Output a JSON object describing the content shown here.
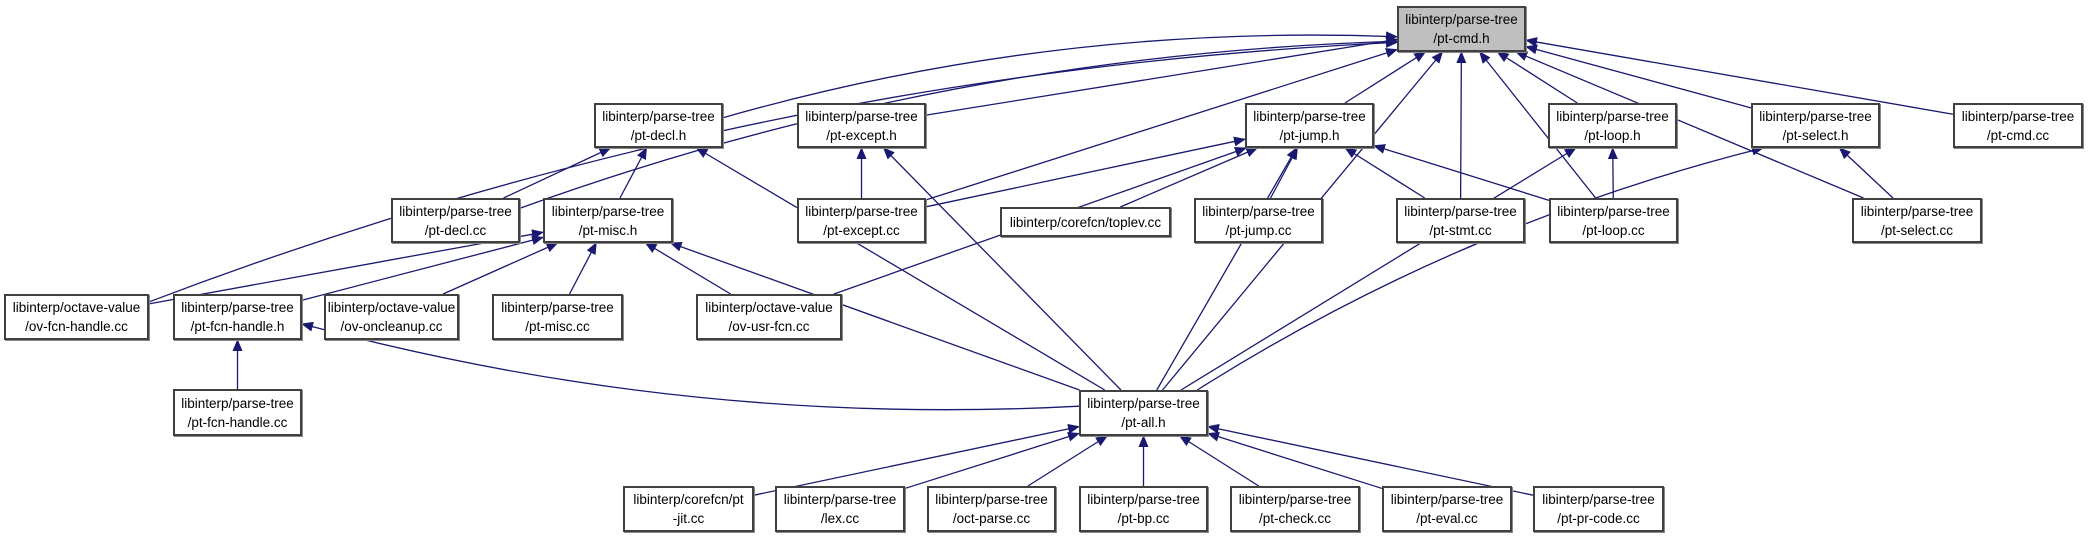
{
  "diagram": {
    "type": "include-dependency-graph",
    "edge_color": "#191970",
    "focus_fill": "#bfbfbf",
    "nodes": [
      {
        "id": "pt-cmd-h",
        "lines": [
          "libinterp/parse-tree",
          "/pt-cmd.h"
        ],
        "focus": true
      },
      {
        "id": "pt-decl-h",
        "lines": [
          "libinterp/parse-tree",
          "/pt-decl.h"
        ]
      },
      {
        "id": "pt-except-h",
        "lines": [
          "libinterp/parse-tree",
          "/pt-except.h"
        ]
      },
      {
        "id": "pt-jump-h",
        "lines": [
          "libinterp/parse-tree",
          "/pt-jump.h"
        ]
      },
      {
        "id": "pt-loop-h",
        "lines": [
          "libinterp/parse-tree",
          "/pt-loop.h"
        ]
      },
      {
        "id": "pt-select-h",
        "lines": [
          "libinterp/parse-tree",
          "/pt-select.h"
        ]
      },
      {
        "id": "pt-cmd-cc",
        "lines": [
          "libinterp/parse-tree",
          "/pt-cmd.cc"
        ]
      },
      {
        "id": "pt-decl-cc",
        "lines": [
          "libinterp/parse-tree",
          "/pt-decl.cc"
        ]
      },
      {
        "id": "pt-misc-h",
        "lines": [
          "libinterp/parse-tree",
          "/pt-misc.h"
        ]
      },
      {
        "id": "pt-except-cc",
        "lines": [
          "libinterp/parse-tree",
          "/pt-except.cc"
        ]
      },
      {
        "id": "toplev-cc",
        "lines": [
          "libinterp/corefcn/toplev.cc"
        ]
      },
      {
        "id": "pt-jump-cc",
        "lines": [
          "libinterp/parse-tree",
          "/pt-jump.cc"
        ]
      },
      {
        "id": "pt-stmt-cc",
        "lines": [
          "libinterp/parse-tree",
          "/pt-stmt.cc"
        ]
      },
      {
        "id": "pt-loop-cc",
        "lines": [
          "libinterp/parse-tree",
          "/pt-loop.cc"
        ]
      },
      {
        "id": "pt-select-cc",
        "lines": [
          "libinterp/parse-tree",
          "/pt-select.cc"
        ]
      },
      {
        "id": "ov-fcn-handle-cc",
        "lines": [
          "libinterp/octave-value",
          "/ov-fcn-handle.cc"
        ]
      },
      {
        "id": "pt-fcn-handle-h",
        "lines": [
          "libinterp/parse-tree",
          "/pt-fcn-handle.h"
        ]
      },
      {
        "id": "ov-oncleanup-cc",
        "lines": [
          "libinterp/octave-value",
          "/ov-oncleanup.cc"
        ]
      },
      {
        "id": "pt-misc-cc",
        "lines": [
          "libinterp/parse-tree",
          "/pt-misc.cc"
        ]
      },
      {
        "id": "ov-usr-fcn-cc",
        "lines": [
          "libinterp/octave-value",
          "/ov-usr-fcn.cc"
        ]
      },
      {
        "id": "pt-fcn-handle-cc",
        "lines": [
          "libinterp/parse-tree",
          "/pt-fcn-handle.cc"
        ]
      },
      {
        "id": "pt-all-h",
        "lines": [
          "libinterp/parse-tree",
          "/pt-all.h"
        ]
      },
      {
        "id": "pt-jit-cc",
        "lines": [
          "libinterp/corefcn/pt",
          "-jit.cc"
        ]
      },
      {
        "id": "lex-cc",
        "lines": [
          "libinterp/parse-tree",
          "/lex.cc"
        ]
      },
      {
        "id": "oct-parse-cc",
        "lines": [
          "libinterp/parse-tree",
          "/oct-parse.cc"
        ]
      },
      {
        "id": "pt-bp-cc",
        "lines": [
          "libinterp/parse-tree",
          "/pt-bp.cc"
        ]
      },
      {
        "id": "pt-check-cc",
        "lines": [
          "libinterp/parse-tree",
          "/pt-check.cc"
        ]
      },
      {
        "id": "pt-eval-cc",
        "lines": [
          "libinterp/parse-tree",
          "/pt-eval.cc"
        ]
      },
      {
        "id": "pt-pr-code-cc",
        "lines": [
          "libinterp/parse-tree",
          "/pt-pr-code.cc"
        ]
      }
    ],
    "edges": [
      {
        "from": "ov-fcn-handle-cc",
        "to": "pt-cmd-h"
      },
      {
        "from": "pt-decl-cc",
        "to": "pt-cmd-h"
      },
      {
        "from": "pt-decl-h",
        "to": "pt-cmd-h"
      },
      {
        "from": "pt-except-h",
        "to": "pt-cmd-h"
      },
      {
        "from": "pt-except-cc",
        "to": "pt-cmd-h"
      },
      {
        "from": "pt-jump-h",
        "to": "pt-cmd-h"
      },
      {
        "from": "pt-stmt-cc",
        "to": "pt-cmd-h"
      },
      {
        "from": "pt-loop-cc",
        "to": "pt-cmd-h"
      },
      {
        "from": "pt-loop-h",
        "to": "pt-cmd-h"
      },
      {
        "from": "pt-all-h",
        "to": "pt-cmd-h"
      },
      {
        "from": "pt-select-h",
        "to": "pt-cmd-h"
      },
      {
        "from": "pt-select-cc",
        "to": "pt-cmd-h"
      },
      {
        "from": "pt-cmd-cc",
        "to": "pt-cmd-h"
      },
      {
        "from": "pt-decl-cc",
        "to": "pt-decl-h"
      },
      {
        "from": "pt-misc-h",
        "to": "pt-decl-h"
      },
      {
        "from": "pt-all-h",
        "to": "pt-decl-h"
      },
      {
        "from": "pt-except-cc",
        "to": "pt-except-h"
      },
      {
        "from": "pt-all-h",
        "to": "pt-except-h"
      },
      {
        "from": "pt-except-cc",
        "to": "pt-jump-h"
      },
      {
        "from": "ov-usr-fcn-cc",
        "to": "pt-jump-h"
      },
      {
        "from": "toplev-cc",
        "to": "pt-jump-h"
      },
      {
        "from": "pt-jump-cc",
        "to": "pt-jump-h"
      },
      {
        "from": "pt-all-h",
        "to": "pt-jump-h"
      },
      {
        "from": "pt-stmt-cc",
        "to": "pt-jump-h"
      },
      {
        "from": "pt-loop-cc",
        "to": "pt-jump-h"
      },
      {
        "from": "pt-loop-cc",
        "to": "pt-loop-h"
      },
      {
        "from": "pt-all-h",
        "to": "pt-loop-h"
      },
      {
        "from": "pt-select-cc",
        "to": "pt-select-h"
      },
      {
        "from": "pt-all-h",
        "to": "pt-select-h"
      },
      {
        "from": "ov-fcn-handle-cc",
        "to": "pt-misc-h"
      },
      {
        "from": "pt-fcn-handle-h",
        "to": "pt-misc-h"
      },
      {
        "from": "ov-oncleanup-cc",
        "to": "pt-misc-h"
      },
      {
        "from": "pt-misc-cc",
        "to": "pt-misc-h"
      },
      {
        "from": "pt-all-h",
        "to": "pt-misc-h"
      },
      {
        "from": "ov-usr-fcn-cc",
        "to": "pt-misc-h"
      },
      {
        "from": "pt-fcn-handle-cc",
        "to": "pt-fcn-handle-h"
      },
      {
        "from": "pt-all-h",
        "to": "pt-fcn-handle-h"
      },
      {
        "from": "pt-jit-cc",
        "to": "pt-all-h"
      },
      {
        "from": "lex-cc",
        "to": "pt-all-h"
      },
      {
        "from": "oct-parse-cc",
        "to": "pt-all-h"
      },
      {
        "from": "pt-bp-cc",
        "to": "pt-all-h"
      },
      {
        "from": "pt-check-cc",
        "to": "pt-all-h"
      },
      {
        "from": "pt-eval-cc",
        "to": "pt-all-h"
      },
      {
        "from": "pt-pr-code-cc",
        "to": "pt-all-h"
      }
    ]
  }
}
